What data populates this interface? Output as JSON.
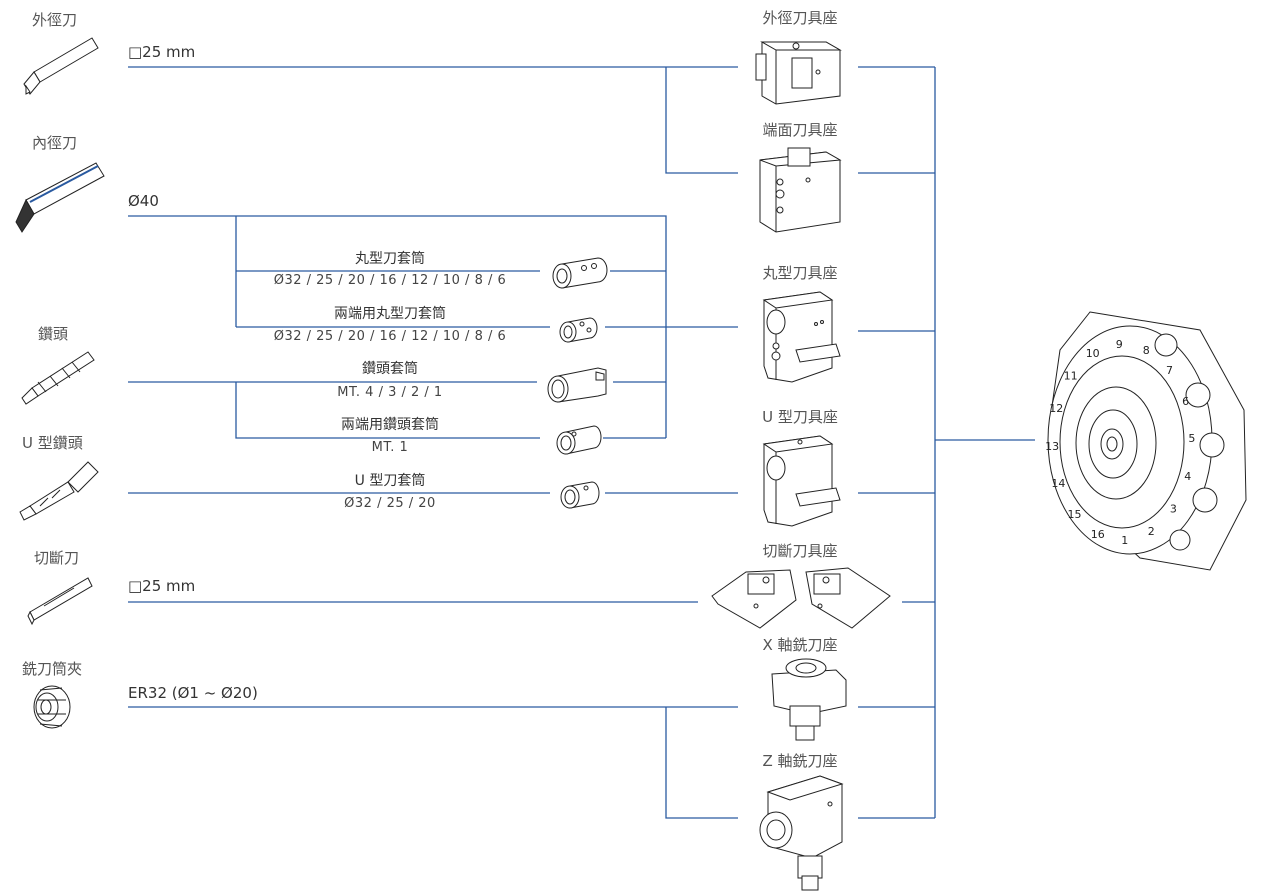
{
  "tools": {
    "od": "外徑刀",
    "id": "內徑刀",
    "drill": "鑽頭",
    "udrill": "U 型鑽頭",
    "cutoff": "切斷刀",
    "collet": "銑刀筒夾"
  },
  "specs": {
    "od": "□25 mm",
    "id": "Ø40",
    "cutoff": "□25 mm",
    "collet": "ER32 (Ø1 ~ Ø20)"
  },
  "sleeves": {
    "round_name": "丸型刀套筒",
    "round_sizes": "Ø32 / 25 / 20 / 16 / 12 / 10 / 8 / 6",
    "round_double_name": "兩端用丸型刀套筒",
    "round_double_sizes": "Ø32 / 25 / 20 / 16 / 12 / 10 / 8 / 6",
    "drill_name": "鑽頭套筒",
    "drill_sizes": "MT. 4 / 3 / 2 / 1",
    "drill_double_name": "兩端用鑽頭套筒",
    "drill_double_sizes": "MT. 1",
    "u_name": "U 型刀套筒",
    "u_sizes": "Ø32 / 25 / 20"
  },
  "holders": {
    "od": "外徑刀具座",
    "face": "端面刀具座",
    "round": "丸型刀具座",
    "u": "U 型刀具座",
    "cutoff": "切斷刀具座",
    "xmill": "X 軸銑刀座",
    "zmill": "Z 軸銑刀座"
  },
  "turret_numbers": [
    "1",
    "2",
    "3",
    "4",
    "5",
    "6",
    "7",
    "8",
    "9",
    "10",
    "11",
    "12",
    "13",
    "14",
    "15",
    "16"
  ],
  "colors": {
    "line": "#2a5aa0",
    "drawing": "#222222"
  }
}
